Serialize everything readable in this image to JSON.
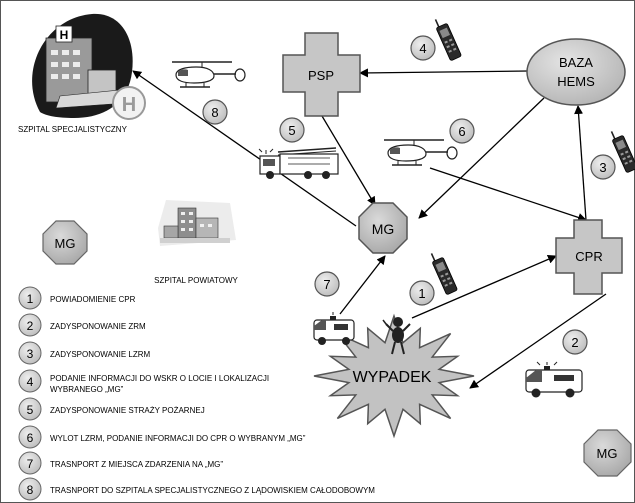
{
  "nodes": {
    "psp": "PSP",
    "baza_hems": [
      "BAZA",
      "HEMS"
    ],
    "mg_center": "MG",
    "cpr": "CPR",
    "mg_left": "MG",
    "mg_bottom_right": "MG",
    "wypadek": "WYPADEK",
    "szpital_specjalistyczny": "SZPITAL SPECJALISTYCZNY",
    "szpital_powiatowy": "SZPITAL POWIATOWY",
    "helipad_letter": "H",
    "building_letter": "H"
  },
  "step_markers": [
    "1",
    "2",
    "3",
    "4",
    "5",
    "6",
    "7",
    "8"
  ],
  "legend": [
    {
      "num": "1",
      "lines": [
        "POWIADOMIENIE CPR"
      ]
    },
    {
      "num": "2",
      "lines": [
        "ZADYSPONOWANIE ZRM"
      ]
    },
    {
      "num": "3",
      "lines": [
        "ZADYSPONOWANIE LZRM"
      ]
    },
    {
      "num": "4",
      "lines": [
        "PODANIE INFORMACJI DO WSKR O LOCIE I LOKALIZACJI",
        "WYBRANEGO „MG”"
      ]
    },
    {
      "num": "5",
      "lines": [
        "ZADYSPONOWANIE STRAŻY POŻARNEJ"
      ]
    },
    {
      "num": "6",
      "lines": [
        "WYLOT LZRM, PODANIE INFORMACJI DO CPR O WYBRANYM „MG”"
      ]
    },
    {
      "num": "7",
      "lines": [
        "TRASNPORT Z MIEJSCA ZDARZENIA NA „MG”"
      ]
    },
    {
      "num": "8",
      "lines": [
        "TRASNPORT DO SZPITALA SPECJALISTYCZNEGO Z LĄDOWISKIEM CAŁODOBOWYM"
      ]
    }
  ],
  "icons": [
    "helicopter-icon",
    "fire-truck-icon",
    "ambulance-icon",
    "mobile-phone-icon",
    "hospital-building-icon",
    "person-icon"
  ]
}
